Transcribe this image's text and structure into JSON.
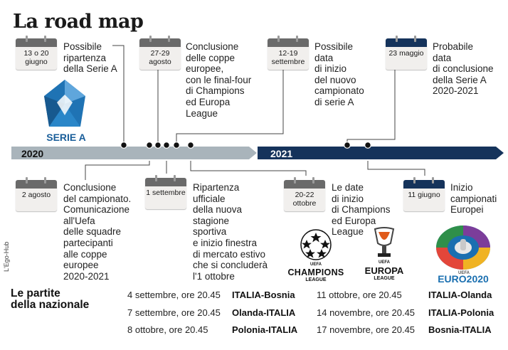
{
  "title": "La road map",
  "credit": "L'Ego-Hub",
  "years": {
    "left": "2020",
    "right": "2021"
  },
  "events_top": [
    {
      "date": "13 o 20 giugno",
      "text": [
        "Possibile",
        "ripartenza",
        "della Serie A"
      ]
    },
    {
      "date": "27-29 agosto",
      "text": [
        "Conclusione",
        "delle coppe",
        "europee,",
        "con le final-four",
        "di Champions",
        "ed Europa",
        "League"
      ]
    },
    {
      "date": "12-19 settembre",
      "text": [
        "Possibile",
        "data",
        "di inizio",
        "del nuovo",
        "campionato",
        "di serie A"
      ]
    },
    {
      "date": "23 maggio",
      "text": [
        "Probabile",
        "data",
        "di conclusione",
        "della Serie A",
        "2020-2021"
      ]
    }
  ],
  "events_bottom": [
    {
      "date": "2 agosto",
      "text": [
        "Conclusione",
        "del campionato.",
        "Comunicazione",
        "all'Uefa",
        "delle squadre",
        "partecipanti",
        "alle coppe",
        "europee",
        "2020-2021"
      ]
    },
    {
      "date": "1 settembre",
      "text": [
        "Ripartenza",
        "ufficiale",
        "della nuova",
        "stagione",
        "sportiva",
        "e inizio finestra",
        "di mercato estivo",
        "che si concluderà",
        "l'1 ottobre"
      ]
    },
    {
      "date": "20-22 ottobre",
      "text": [
        "Le date",
        "di inizio",
        "di Champions",
        "ed Europa",
        "League"
      ]
    },
    {
      "date": "11 giugno",
      "text": [
        "Inizio",
        "campionati",
        "Europei"
      ]
    }
  ],
  "logos": {
    "serie_a": "SERIE A",
    "champions": {
      "small": "UEFA",
      "big": "CHAMPIONS",
      "sub": "LEAGUE"
    },
    "europa": {
      "small": "UEFA",
      "big": "EUROPA",
      "sub": "LEAGUE"
    },
    "euro": {
      "small": "UEFA",
      "big": "EURO2020"
    }
  },
  "matches_title": [
    "Le partite",
    "della nazionale"
  ],
  "matches": [
    {
      "date": "4 settembre, ore 20.45",
      "teams": "ITALIA-Bosnia"
    },
    {
      "date": "7 settembre, ore 20.45",
      "teams": "Olanda-ITALIA"
    },
    {
      "date": "8 ottobre, ore 20.45",
      "teams": "Polonia-ITALIA"
    },
    {
      "date": "11 ottobre, ore 20.45",
      "teams": "ITALIA-Olanda"
    },
    {
      "date": "14 novembre, ore 20.45",
      "teams": "ITALIA-Polonia"
    },
    {
      "date": "17 novembre, ore 20.45",
      "teams": "Bosnia-ITALIA"
    }
  ],
  "colors": {
    "timeline_2020": "#a9b4bb",
    "timeline_2021": "#15335b",
    "calendar_header_2020": "#6a6a6a",
    "calendar_header_2021": "#15335b",
    "serie_a_blue": "#1f73b4"
  }
}
